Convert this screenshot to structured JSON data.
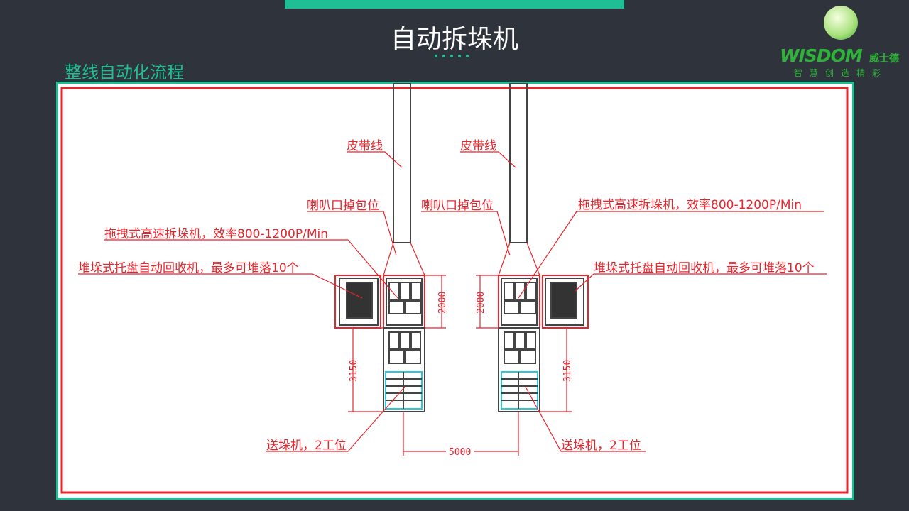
{
  "header": {
    "title": "自动拆垛机",
    "subtitle": "整线自动化流程"
  },
  "logo": {
    "brand": "WISDOM",
    "brand_cn": "威士德",
    "slogan": "智慧创造精彩"
  },
  "diagram": {
    "labels": {
      "belt_left": "皮带线",
      "belt_right": "皮带线",
      "horn_left": "喇叭口掉包位",
      "horn_right": "喇叭口掉包位",
      "depal_left": "拖拽式高速拆垛机，效率800-1200P/Min",
      "depal_right": "拖拽式高速拆垛机，效率800-1200P/Min",
      "pallet_left": "堆垛式托盘自动回收机，最多可堆落10个",
      "pallet_right": "堆垛式托盘自动回收机，最多可堆落10个",
      "feeder_left": "送垛机，2工位",
      "feeder_right": "送垛机，2工位"
    },
    "dimensions": {
      "height_left": "2000",
      "height_right": "2000",
      "length_left": "3150",
      "length_right": "3150",
      "spacing": "5000"
    }
  },
  "colors": {
    "accent": "#1fbf95",
    "annotation": "#e8242c",
    "background": "#2f333c"
  }
}
